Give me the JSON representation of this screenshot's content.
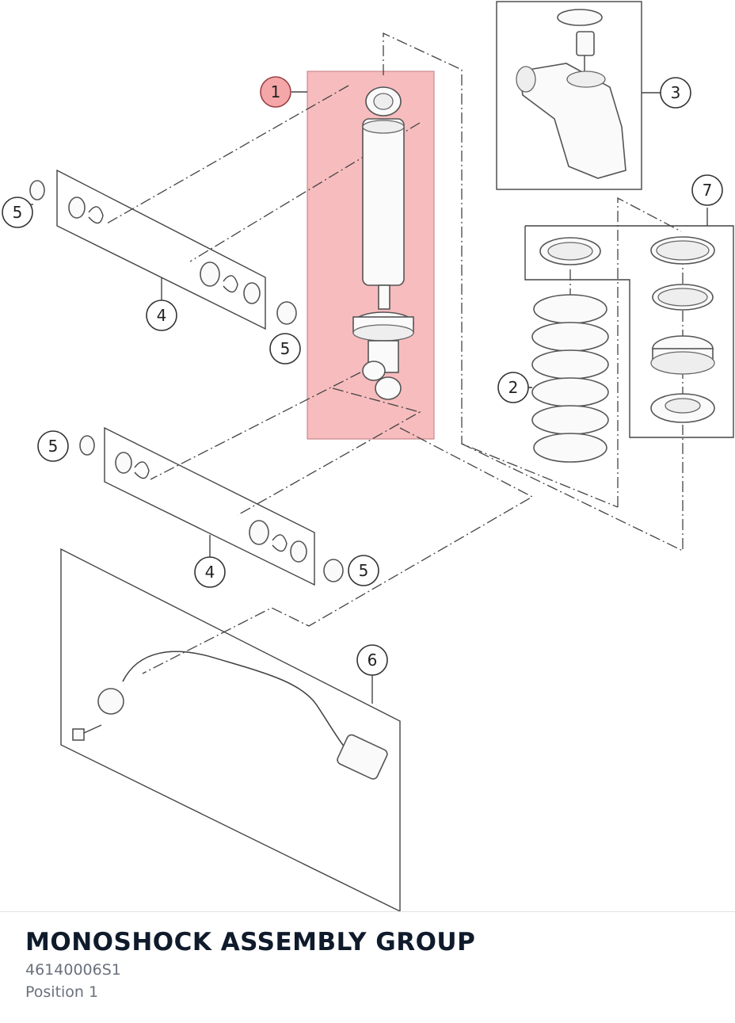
{
  "diagram": {
    "callouts": {
      "c1": "1",
      "c2": "2",
      "c3": "3",
      "c4a": "4",
      "c4b": "4",
      "c5a": "5",
      "c5b": "5",
      "c5c": "5",
      "c5d": "5",
      "c6": "6",
      "c7": "7"
    },
    "highlight_color": "#f4a6a8"
  },
  "caption": {
    "title": "MONOSHOCK ASSEMBLY GROUP",
    "part_number": "46140006S1",
    "position": "Position 1"
  }
}
